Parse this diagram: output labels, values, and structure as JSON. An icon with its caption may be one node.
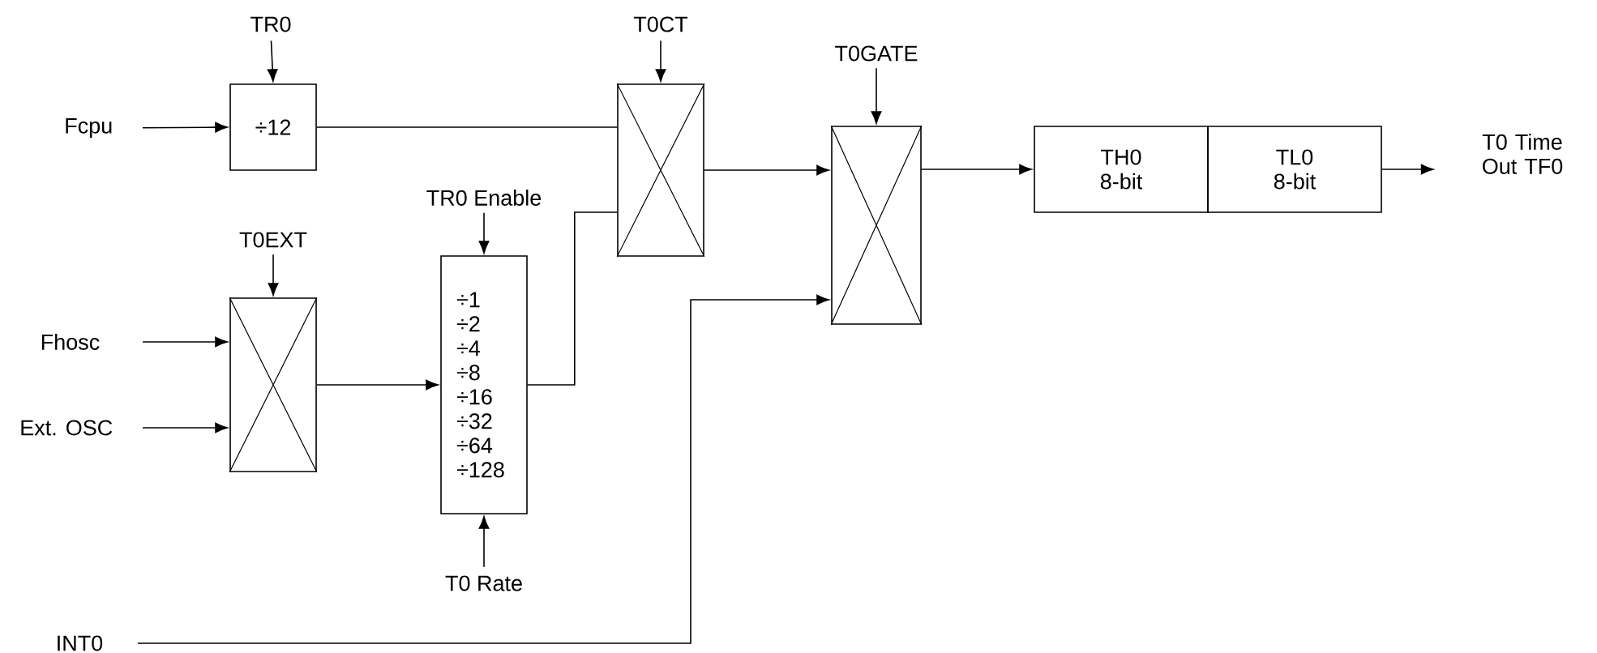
{
  "diagram": {
    "nodes": [
      {
        "text": [
          "TR0"
        ]
      },
      {
        "text": [
          "÷12"
        ]
      },
      {
        "text": [
          "Fcpu"
        ]
      },
      {
        "text": [
          "T0CT"
        ]
      },
      {
        "text": [],
        "shape": "box"
      },
      {
        "text": [
          "TR0 Enable"
        ]
      },
      {
        "text": [
          "T0EXT"
        ]
      },
      {
        "text": [],
        "shape": "box"
      },
      {
        "text": [
          "Fhosc"
        ]
      },
      {
        "text": [
          "Ext. OSC"
        ]
      },
      {
        "text": [
          "÷1 ÷2 ÷4 ÷8 ÷16 ÷32 ÷64 ÷128"
        ]
      },
      {
        "text": [
          "T0 Rate"
        ]
      },
      {
        "text": [
          "INT0"
        ]
      },
      {
        "text": [
          "T0GATE"
        ]
      },
      {
        "text": [],
        "shape": "box"
      },
      {
        "text": [
          "TH0 8-bit"
        ]
      },
      {
        "text": [
          "TL0 8-bit"
        ]
      },
      {
        "text": [
          "T0 Time Out TF0"
        ]
      }
    ],
    "edges": [
      {
        "from": 0,
        "to": 1,
        "arrow": "to"
      },
      {
        "from": 2,
        "to": 1,
        "arrow": "to"
      },
      {
        "from": 1,
        "to": 4,
        "arrow": "none"
      },
      {
        "from": 3,
        "to": 4,
        "arrow": "to"
      },
      {
        "from": 5,
        "to": 10,
        "arrow": "to"
      },
      {
        "from": 6,
        "to": 7,
        "arrow": "to"
      },
      {
        "from": 8,
        "to": 7,
        "arrow": "to"
      },
      {
        "from": 9,
        "to": 7,
        "arrow": "to"
      },
      {
        "from": 7,
        "to": 10,
        "arrow": "to"
      },
      {
        "from": 11,
        "to": 10,
        "arrow": "to"
      },
      {
        "from": 10,
        "to": 4,
        "arrow": "none"
      },
      {
        "from": 4,
        "to": 14,
        "arrow": "to"
      },
      {
        "from": 12,
        "to": 14,
        "arrow": "to"
      },
      {
        "from": 13,
        "to": 14,
        "arrow": "to"
      },
      {
        "from": 14,
        "to": 15,
        "arrow": "to"
      },
      {
        "from": 16,
        "to": 17,
        "arrow": "to"
      }
    ]
  }
}
